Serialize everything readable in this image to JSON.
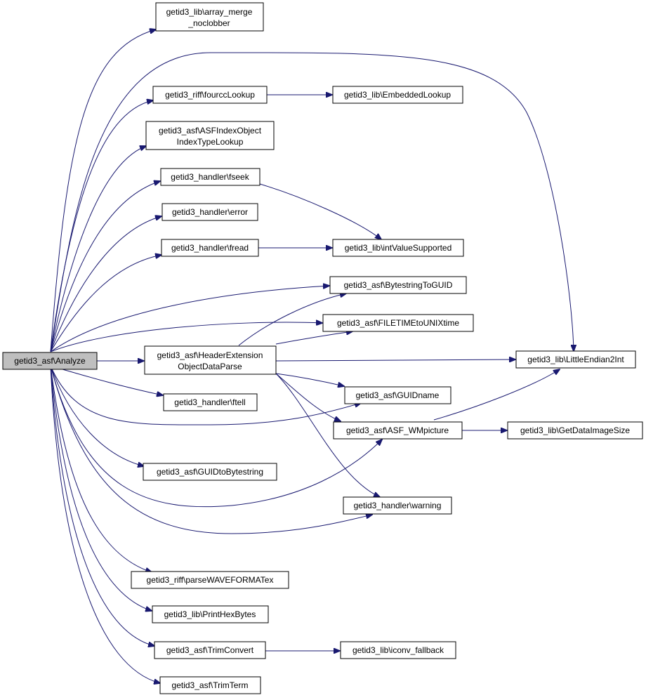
{
  "colors": {
    "edge": "#191970",
    "root_fill": "#bfbfbf",
    "node_fill": "#ffffff",
    "node_border": "#000000"
  },
  "nodes": {
    "analyze": [
      "getid3_asf\\Analyze"
    ],
    "array_merge": [
      "getid3_lib\\array_merge",
      "_noclobber"
    ],
    "fourcc": [
      "getid3_riff\\fourccLookup"
    ],
    "embedded": [
      "getid3_lib\\EmbeddedLookup"
    ],
    "asfindex": [
      "getid3_asf\\ASFIndexObject",
      "IndexTypeLookup"
    ],
    "fseek": [
      "getid3_handler\\fseek"
    ],
    "error": [
      "getid3_handler\\error"
    ],
    "fread": [
      "getid3_handler\\fread"
    ],
    "intvalue": [
      "getid3_lib\\intValueSupported"
    ],
    "bytestring": [
      "getid3_asf\\BytestringToGUID"
    ],
    "filetime": [
      "getid3_asf\\FILETIMEtoUNIXtime"
    ],
    "headerext": [
      "getid3_asf\\HeaderExtension",
      "ObjectDataParse"
    ],
    "littleendian": [
      "getid3_lib\\LittleEndian2Int"
    ],
    "ftell": [
      "getid3_handler\\ftell"
    ],
    "guidname": [
      "getid3_asf\\GUIDname"
    ],
    "wmpicture": [
      "getid3_asf\\ASF_WMpicture"
    ],
    "getdataimage": [
      "getid3_lib\\GetDataImageSize"
    ],
    "guidtobyte": [
      "getid3_asf\\GUIDtoBytestring"
    ],
    "warning": [
      "getid3_handler\\warning"
    ],
    "parsewave": [
      "getid3_riff\\parseWAVEFORMATex"
    ],
    "printhex": [
      "getid3_lib\\PrintHexBytes"
    ],
    "trimconvert": [
      "getid3_asf\\TrimConvert"
    ],
    "iconv": [
      "getid3_lib\\iconv_fallback"
    ],
    "trimterm": [
      "getid3_asf\\TrimTerm"
    ]
  }
}
